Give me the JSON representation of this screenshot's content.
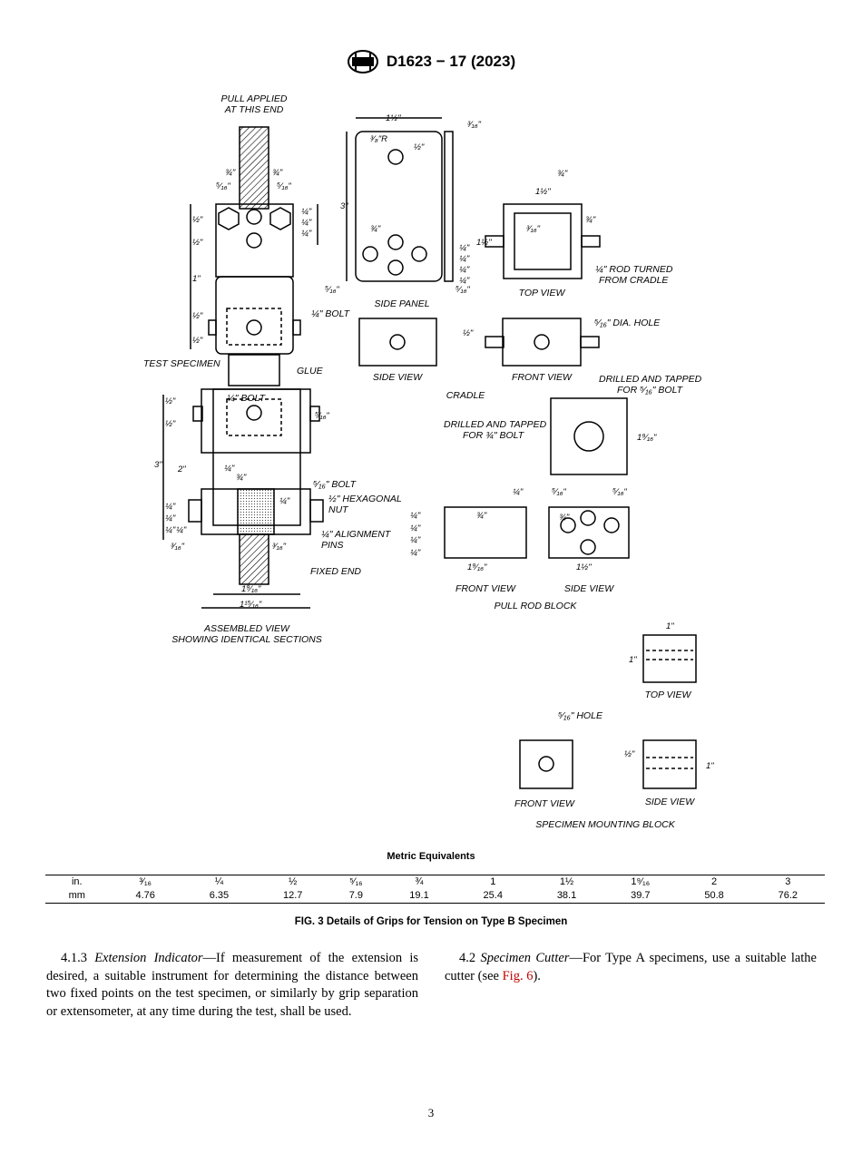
{
  "header": {
    "standard": "D1623 − 17 (2023)"
  },
  "figure": {
    "assembled": {
      "pull_applied": "PULL APPLIED",
      "at_this_end": "AT THIS END",
      "quarter_bolt": "¼\" BOLT",
      "test_specimen": "TEST SPECIMEN",
      "glue": "GLUE",
      "quarter_bolt2": "¼\" BOLT",
      "five16_bolt": "⁵⁄₁₆\" BOLT",
      "hex_nut1": "½\" HEXAGONAL",
      "hex_nut2": "NUT",
      "align_pins1": "¼\" ALIGNMENT",
      "align_pins2": "PINS",
      "fixed_end": "FIXED END",
      "caption1": "ASSEMBLED VIEW",
      "caption2": "SHOWING IDENTICAL SECTIONS",
      "dims": {
        "three_quarter": "¾\"",
        "five_sixteenth": "⁵⁄₁₆\"",
        "half": "½\"",
        "quarter": "¼\"",
        "one": "1\"",
        "two": "2\"",
        "three": "3\"",
        "three_sixteenth": "³⁄₁₆\"",
        "one_9_16": "1⁹⁄₁₆\"",
        "one_15_16": "1¹⁵⁄₁₆\""
      }
    },
    "side_panel": {
      "caption": "SIDE PANEL",
      "one_half": "1½\"",
      "three_sixteenth": "³⁄₁₆\"",
      "radius": "³⁄₈\"R",
      "half": "½\"",
      "three": "3\"",
      "three_quarter": "¾\"",
      "quarter": "¼\"",
      "five_sixteenth": "⁵⁄₁₆\""
    },
    "cradle": {
      "caption": "CRADLE",
      "top_view": "TOP VIEW",
      "side_view": "SIDE VIEW",
      "front_view": "FRONT VIEW",
      "three_quarter": "¾\"",
      "one_half": "1½\"",
      "three_sixteenth": "³⁄₁₆\"",
      "half": "½\"",
      "rod_turned1": "¼\" ROD TURNED",
      "rod_turned2": "FROM CRADLE",
      "dia_hole": "⁵⁄₁₆\" DIA. HOLE"
    },
    "pull_rod_block": {
      "caption": "PULL ROD BLOCK",
      "drilled1a": "DRILLED AND TAPPED",
      "drilled1b": "FOR ⁵⁄₁₆\" BOLT",
      "drilled2a": "DRILLED AND TAPPED",
      "drilled2b": "FOR ¾\" BOLT",
      "one_9_16": "1⁹⁄₁₆\"",
      "front_view": "FRONT VIEW",
      "side_view": "SIDE VIEW",
      "quarter": "¼\"",
      "three_quarter": "¾\"",
      "five_sixteenth": "⁵⁄₁₆\"",
      "one_half": "1½\""
    },
    "mounting_block": {
      "caption": "SPECIMEN MOUNTING BLOCK",
      "top_view": "TOP VIEW",
      "front_view": "FRONT VIEW",
      "side_view": "SIDE VIEW",
      "hole": "⁵⁄₁₆\" HOLE",
      "one": "1\"",
      "half": "½\""
    }
  },
  "metric": {
    "title": "Metric Equivalents",
    "rows": [
      [
        "in.",
        "³⁄₁₆",
        "¼",
        "½",
        "⁵⁄₁₆",
        "¾",
        "1",
        "1½",
        "1⁹⁄₁₆",
        "2",
        "3"
      ],
      [
        "mm",
        "4.76",
        "6.35",
        "12.7",
        "7.9",
        "19.1",
        "25.4",
        "38.1",
        "39.7",
        "50.8",
        "76.2"
      ]
    ]
  },
  "caption": "FIG. 3 Details of Grips for Tension on Type B Specimen",
  "body": {
    "p413_num": "4.1.3",
    "p413_title": "Extension Indicator",
    "p413_text": "—If measurement of the extension is desired, a suitable instrument for determining the distance between two fixed points on the test specimen, or similarly by grip separation or extensometer, at any time during the test, shall be used.",
    "p42_num": "4.2",
    "p42_title": "Specimen Cutter",
    "p42_text1": "—For Type A specimens, use a suitable lathe cutter (see ",
    "p42_link": "Fig. 6",
    "p42_text2": ")."
  },
  "page_number": "3"
}
